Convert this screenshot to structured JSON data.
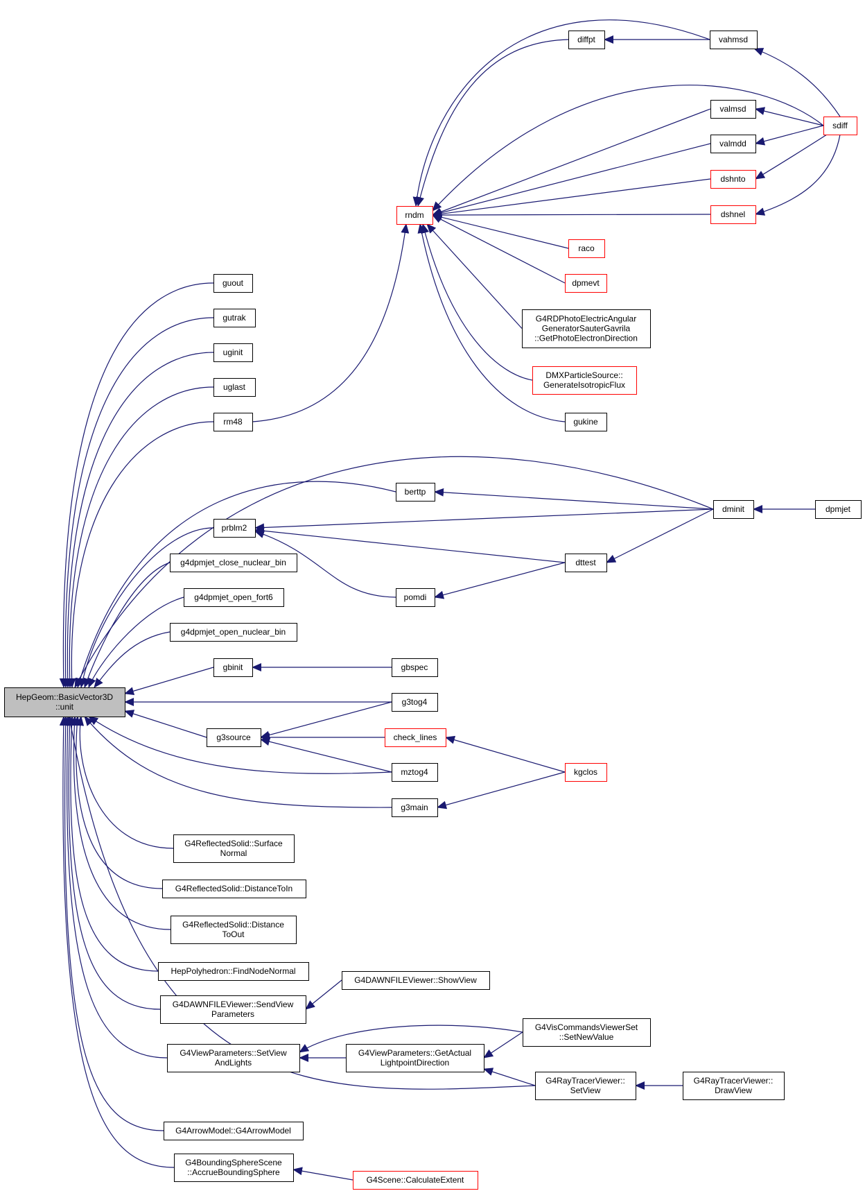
{
  "colors": {
    "edge": "#191970",
    "box": "#000000",
    "red_box": "#ff0000",
    "root_fill": "#bfbfbf",
    "fill": "#ffffff"
  },
  "nodes": [
    {
      "id": "root",
      "lines": [
        "HepGeom::BasicVector3D",
        "::unit"
      ],
      "style": "root"
    },
    {
      "id": "guout",
      "lines": [
        "guout"
      ]
    },
    {
      "id": "gutrak",
      "lines": [
        "gutrak"
      ]
    },
    {
      "id": "uginit",
      "lines": [
        "uginit"
      ]
    },
    {
      "id": "uglast",
      "lines": [
        "uglast"
      ]
    },
    {
      "id": "rm48",
      "lines": [
        "rm48"
      ]
    },
    {
      "id": "prblm2",
      "lines": [
        "prblm2"
      ]
    },
    {
      "id": "close",
      "lines": [
        "g4dpmjet_close_nuclear_bin"
      ]
    },
    {
      "id": "fort6",
      "lines": [
        "g4dpmjet_open_fort6"
      ]
    },
    {
      "id": "opennuc",
      "lines": [
        "g4dpmjet_open_nuclear_bin"
      ]
    },
    {
      "id": "gbinit",
      "lines": [
        "gbinit"
      ]
    },
    {
      "id": "g3source",
      "lines": [
        "g3source"
      ]
    },
    {
      "id": "surf",
      "lines": [
        "G4ReflectedSolid::Surface",
        "Normal"
      ]
    },
    {
      "id": "distin",
      "lines": [
        "G4ReflectedSolid::DistanceToIn"
      ]
    },
    {
      "id": "distout",
      "lines": [
        "G4ReflectedSolid::Distance",
        "ToOut"
      ]
    },
    {
      "id": "findnode",
      "lines": [
        "HepPolyhedron::FindNodeNormal"
      ]
    },
    {
      "id": "sendview",
      "lines": [
        "G4DAWNFILEViewer::SendView",
        "Parameters"
      ]
    },
    {
      "id": "setview",
      "lines": [
        "G4ViewParameters::SetView",
        "AndLights"
      ]
    },
    {
      "id": "arrow",
      "lines": [
        "G4ArrowModel::G4ArrowModel"
      ]
    },
    {
      "id": "bsphere",
      "lines": [
        "G4BoundingSphereScene",
        "::AccrueBoundingSphere"
      ]
    },
    {
      "id": "rndm",
      "lines": [
        "rndm"
      ],
      "style": "red"
    },
    {
      "id": "berttp",
      "lines": [
        "berttp"
      ]
    },
    {
      "id": "pomdi",
      "lines": [
        "pomdi"
      ]
    },
    {
      "id": "gbspec",
      "lines": [
        "gbspec"
      ]
    },
    {
      "id": "g3tog4",
      "lines": [
        "g3tog4"
      ]
    },
    {
      "id": "checklines",
      "lines": [
        "check_lines"
      ],
      "style": "red"
    },
    {
      "id": "mztog4",
      "lines": [
        "mztog4"
      ]
    },
    {
      "id": "g3main",
      "lines": [
        "g3main"
      ]
    },
    {
      "id": "showview",
      "lines": [
        "G4DAWNFILEViewer::ShowView"
      ]
    },
    {
      "id": "getactual",
      "lines": [
        "G4ViewParameters::GetActual",
        "LightpointDirection"
      ]
    },
    {
      "id": "calcext",
      "lines": [
        "G4Scene::CalculateExtent"
      ],
      "style": "red"
    },
    {
      "id": "diffpt",
      "lines": [
        "diffpt"
      ]
    },
    {
      "id": "raco",
      "lines": [
        "raco"
      ],
      "style": "red"
    },
    {
      "id": "dpmevt",
      "lines": [
        "dpmevt"
      ],
      "style": "red"
    },
    {
      "id": "g4rd",
      "lines": [
        "G4RDPhotoElectricAngular",
        "GeneratorSauterGavrila",
        "::GetPhotoElectronDirection"
      ]
    },
    {
      "id": "dmx",
      "lines": [
        "DMXParticleSource::",
        "GenerateIsotropicFlux"
      ],
      "style": "red"
    },
    {
      "id": "gukine",
      "lines": [
        "gukine"
      ]
    },
    {
      "id": "dttest",
      "lines": [
        "dttest"
      ]
    },
    {
      "id": "kgclos",
      "lines": [
        "kgclos"
      ],
      "style": "red"
    },
    {
      "id": "viscmd",
      "lines": [
        "G4VisCommandsViewerSet",
        "::SetNewValue"
      ]
    },
    {
      "id": "raytracer",
      "lines": [
        "G4RayTracerViewer::",
        "SetView"
      ]
    },
    {
      "id": "vahmsd",
      "lines": [
        "vahmsd"
      ]
    },
    {
      "id": "valmsd",
      "lines": [
        "valmsd"
      ]
    },
    {
      "id": "valmdd",
      "lines": [
        "valmdd"
      ]
    },
    {
      "id": "dshnto",
      "lines": [
        "dshnto"
      ],
      "style": "red"
    },
    {
      "id": "dshnel",
      "lines": [
        "dshnel"
      ],
      "style": "red"
    },
    {
      "id": "dminit",
      "lines": [
        "dminit"
      ]
    },
    {
      "id": "drawview",
      "lines": [
        "G4RayTracerViewer::",
        "DrawView"
      ]
    },
    {
      "id": "sdiff",
      "lines": [
        "sdiff"
      ],
      "style": "red"
    },
    {
      "id": "dpmjet",
      "lines": [
        "dpmjet"
      ]
    }
  ]
}
